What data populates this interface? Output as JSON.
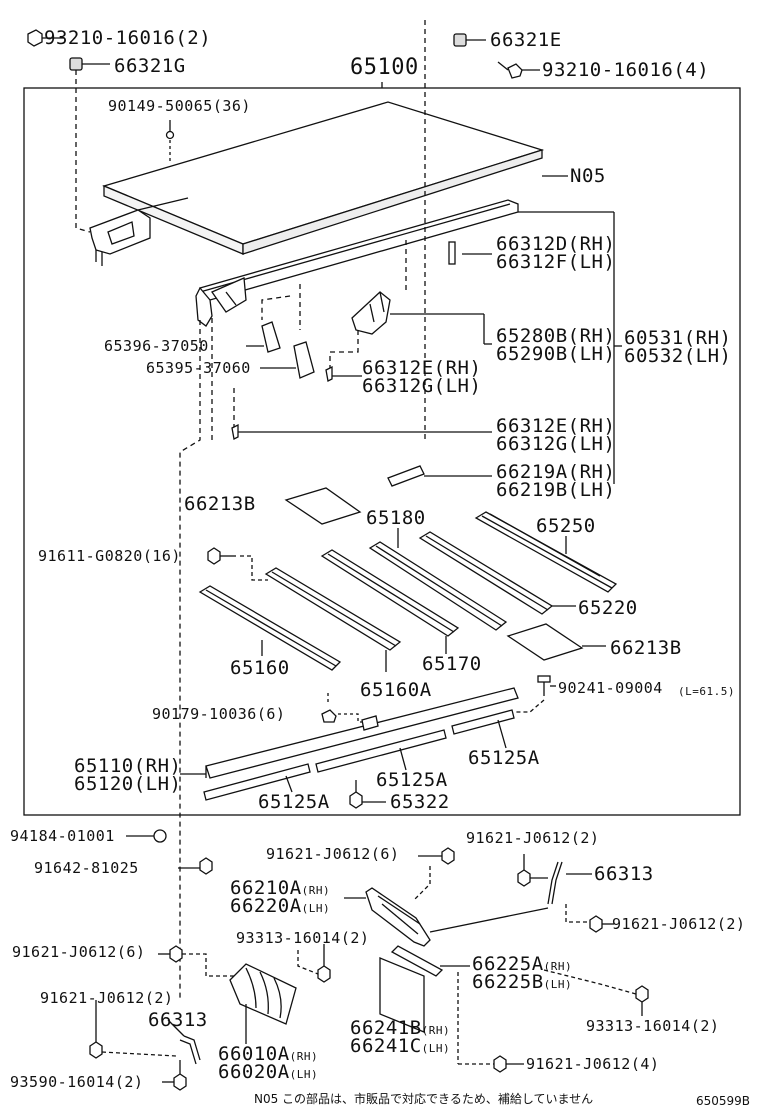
{
  "labels": {
    "p93210_16016_2": "93210-16016(2)",
    "p66321G": "66321G",
    "p66321E": "66321E",
    "p93210_16016_4": "93210-16016(4)",
    "p65100": "65100",
    "p90149": "90149-50065(36)",
    "pN05": "N05",
    "p66312D": "66312D(RH)",
    "p66312F": "66312F(LH)",
    "p65396": "65396-37050",
    "p65280B": "65280B(RH)",
    "p65290B": "65290B(LH)",
    "p60531": "60531(RH)",
    "p60532": "60532(LH)",
    "p65395": "65395-37060",
    "p66312E_a": "66312E(RH)",
    "p66312G_a": "66312G(LH)",
    "p66312E_b": "66312E(RH)",
    "p66312G_b": "66312G(LH)",
    "p66219A": "66219A(RH)",
    "p66219B": "66219B(LH)",
    "p66213B_a": "66213B",
    "p65180": "65180",
    "p65250": "65250",
    "p91611": "91611-G0820(16)",
    "p65220": "65220",
    "p66213B_b": "66213B",
    "p65160": "65160",
    "p65170": "65170",
    "p65160A": "65160A",
    "p90241": "90241-09004",
    "p90241_len": "(L=61.5)",
    "p90179": "90179-10036(6)",
    "p65110": "65110(RH)",
    "p65120": "65120(LH)",
    "p65125A_a": "65125A",
    "p65125A_b": "65125A",
    "p65125A_c": "65125A",
    "p65322": "65322",
    "p94184": "94184-01001",
    "p91621_2a": "91621-J0612(2)",
    "p91642": "91642-81025",
    "p91621_6a": "91621-J0612(6)",
    "p66313_a": "66313",
    "p66210A_base": "66210A",
    "p66210A_side": "(RH)",
    "p66220A_base": "66220A",
    "p66220A_side": "(LH)",
    "p91621_2b": "91621-J0612(2)",
    "p91621_6b": "91621-J0612(6)",
    "p93313_a": "93313-16014(2)",
    "p66225A_base": "66225A",
    "p66225A_side": "(RH)",
    "p66225B_base": "66225B",
    "p66225B_side": "(LH)",
    "p91621_2c": "91621-J0612(2)",
    "p93313_b": "93313-16014(2)",
    "p66313_b": "66313",
    "p66241B_base": "66241B",
    "p66241B_side": "(RH)",
    "p66241C_base": "66241C",
    "p66241C_side": "(LH)",
    "p66010A_base": "66010A",
    "p66010A_side": "(RH)",
    "p66020A_base": "66020A",
    "p66020A_side": "(LH)",
    "p91621_4": "91621-J0612(4)",
    "p93590": "93590-16014(2)"
  },
  "footer": {
    "note": "N05 この部品は、市販品で対応できるため、補給していません",
    "code": "650599B"
  },
  "colors": {
    "ink": "#111111",
    "paper": "#ffffff",
    "shade": "#dddddd"
  }
}
